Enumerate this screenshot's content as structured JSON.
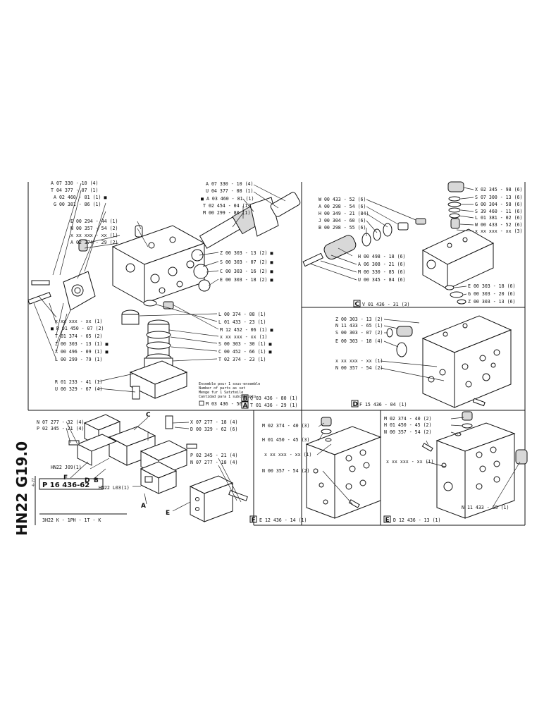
{
  "sheet": {
    "code": "HN22 G19.0",
    "date": "4-77",
    "part_number": "P 16 436-62",
    "model": "3H22 K - 1PH - 1T - K"
  },
  "section_main": {
    "labels_left": [
      "A 07 330 - 10 (4)",
      "T 04 377 - 07 (1)",
      "A 02 460 - 81 (1) ■",
      "G 00 381 - 86 (1)",
      "E 00 294 - 44 (1)",
      "N 00 357 - 54 (2)",
      "x xx xxx - xx (1)",
      "A 02 374 - 29 (2)"
    ],
    "labels_top": [
      "A 07 330 - 10 (4)",
      "U 04 377 - 08 (1)",
      "■ A 03 460 - 81 (1)",
      "T 02 454 - 04 (1)",
      "M 00 299 - 80 (1)"
    ],
    "labels_right": [
      "Z 00 303 - 13 (2) ■",
      "S 00 303 - 07 (2) ■",
      "C 00 303 - 16 (2) ■",
      "E 00 303 - 18 (2) ■"
    ],
    "labels_bottom_left": [
      "x xx xxx - xx (1)",
      "■ R 01 450 - 07 (2)",
      "T 01 374 - 65 (2)",
      "Z 00 303 - 13 (1) ■",
      "X 00 496 - 09 (1) ■",
      "L 00 299 - 79 (1)"
    ],
    "labels_bottom_right": [
      "L 00 374 - 08 (1)",
      "L 01 433 - 23 (1)",
      "M 12 452 - 06 (1) ■",
      "x xx xxx - xx (1)",
      "S 00 303 - 30 (1) ■",
      "C 00 452 - 66 (1) ■",
      "T 02 374 - 23 (1)"
    ],
    "labels_lower": [
      "R 01 233 - 41 (1)",
      "U 00 329 - 67 (4)"
    ],
    "kit_note": [
      "Ensemble pour 1 sous-ensemble",
      "Number of parts as set",
      "Menge fur 1 Satzteile",
      "Cantidad para 1 subconjunto"
    ],
    "kit_ref": "M 03 436 - 56",
    "ref_b_tag": "B",
    "ref_b": "Q 03 436 - 80 (1)",
    "ref_a_tag": "A",
    "ref_a": "T 01 436 - 29 (1)"
  },
  "section_c": {
    "labels_left": [
      "W 00 433 - 52 (6)",
      "A 00 298 - 54 (6)",
      "H 00 349 - 21 (84)",
      "J 00 304 - 60 (6)",
      "B 00 298 - 55 (6)"
    ],
    "labels_bottom": [
      "H 00 498 - 18 (6)",
      "A 06 308 - 21 (6)",
      "M 00 330 - 85 (6)",
      "U 00 345 - 84 (6)"
    ],
    "labels_right": [
      "X 02 345 - 98 (6)",
      "S 07 300 - 13 (6)",
      "G 00 304 - 58 (6)",
      "S 39 460 - 11 (6)",
      "L 01 381 - 02 (6)",
      "W 00 433 - 52 (6)",
      "x xx xxx - xx (3)"
    ],
    "labels_seals": [
      "E 00 303 - 18 (6)",
      "G 00 303 - 20 (6)",
      "Z 00 303 - 13 (6)"
    ],
    "ref_tag": "C",
    "ref": "V 01 436 - 31 (3)"
  },
  "section_d": {
    "labels": [
      "Z 00 303 - 13 (2)",
      "N 11 433 - 65 (1)",
      "S 00 303 - 07 (2)",
      "E 00 303 - 18 (4)",
      "x xx xxx - xx (1)",
      "N 00 357 - 54 (2)"
    ],
    "ref_tag": "D",
    "ref": "F 15 436 - 04 (1)"
  },
  "section_assembly": {
    "labels_left": [
      "N 07 277 - 32 (4)",
      "P 02 345 - 21 (4)"
    ],
    "labels_right": [
      "X 07 277 - 18 (4)",
      "D 00 329 - 62 (6)"
    ],
    "labels_lower": [
      "P 02 345 - 21 (4)",
      "N 07 277 - 18 (4)"
    ],
    "callout_letters": [
      "A",
      "B",
      "C",
      "D",
      "E",
      "F"
    ],
    "hn_ref_1": "HN22 J09(1)",
    "hn_ref_2": "HN22 L03(1)"
  },
  "section_f": {
    "labels": [
      "M 02 374 - 40 (3)",
      "H 01 450 - 45 (3)",
      "x xx xxx - xx (1)",
      "N 00 357 - 54 (2)"
    ],
    "ref_tag": "F",
    "ref": "E 12 436 - 14 (1)"
  },
  "section_e": {
    "labels": [
      "M 02 374 - 40 (2)",
      "H 01 450 - 45 (2)",
      "N 00 357 - 54 (2)",
      "x xx xxx - xx (1)",
      "N 11 433 - 65 (1)"
    ],
    "ref_tag": "E",
    "ref": "D 12 436 - 13 (1)"
  }
}
